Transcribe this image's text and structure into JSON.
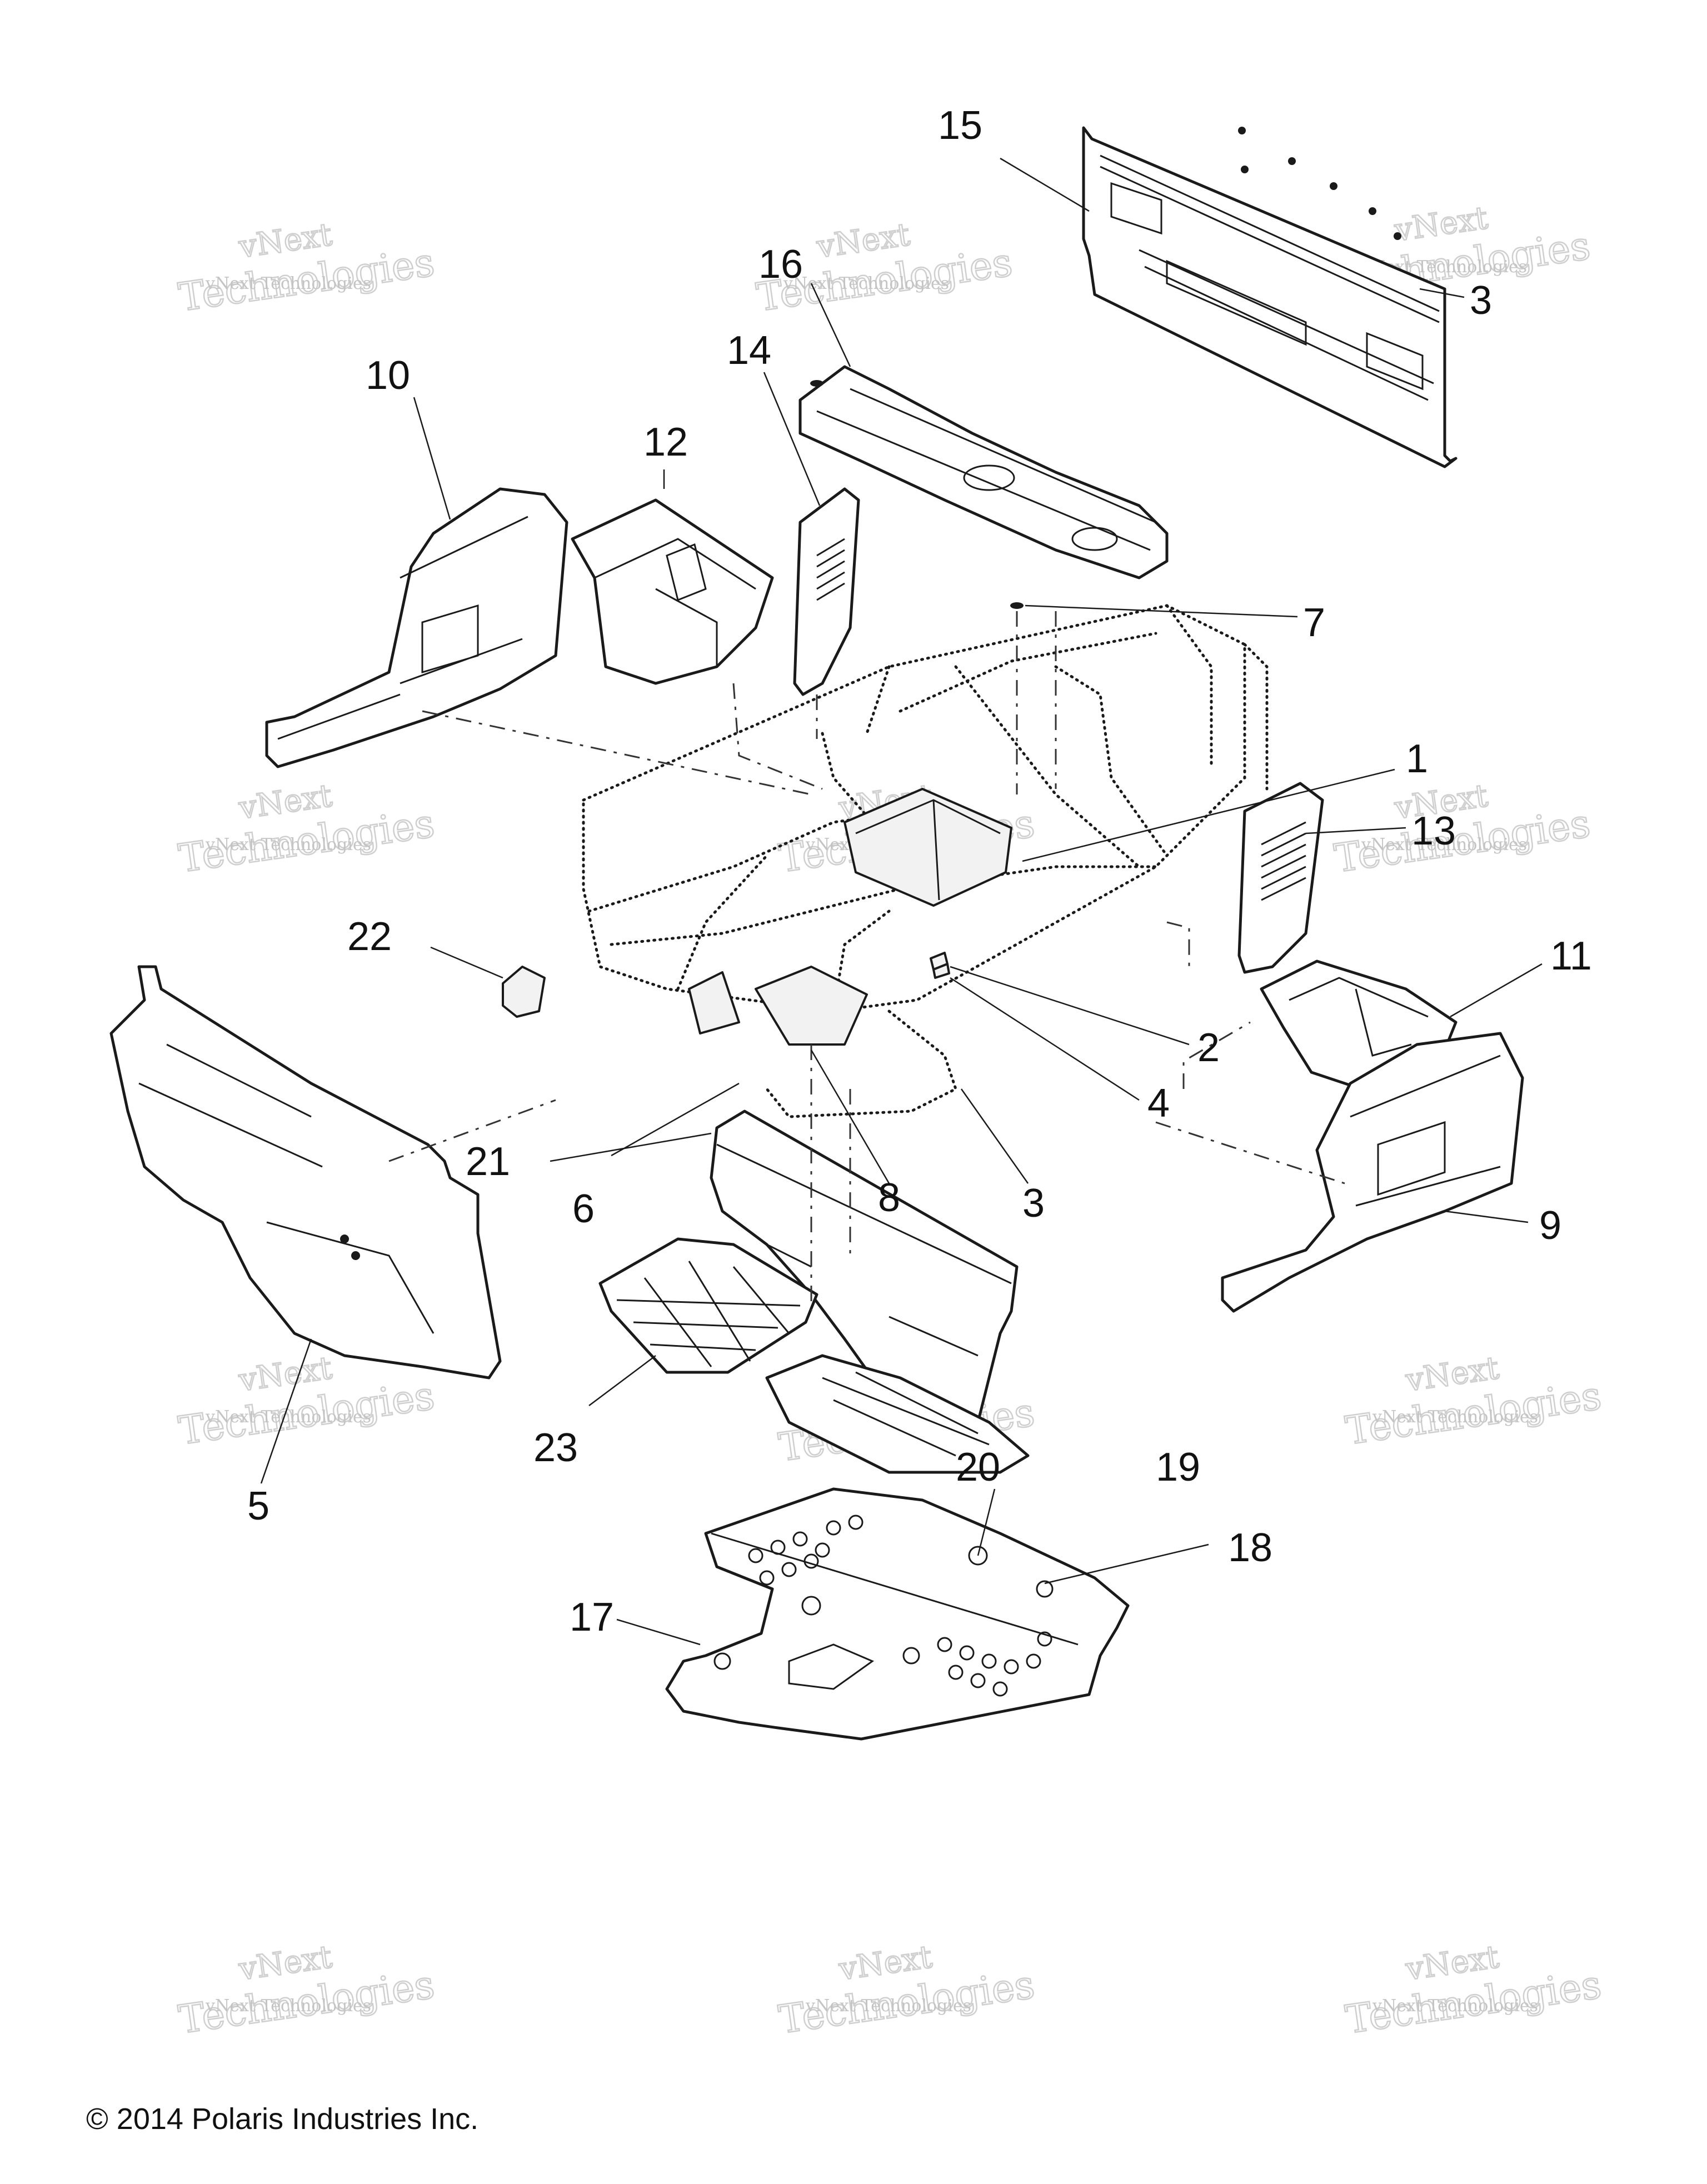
{
  "callouts": {
    "c1": "1",
    "c2": "2",
    "c3a": "3",
    "c3b": "3",
    "c4": "4",
    "c5": "5",
    "c6": "6",
    "c7": "7",
    "c8": "8",
    "c9": "9",
    "c10": "10",
    "c11": "11",
    "c12": "12",
    "c13": "13",
    "c14": "14",
    "c15": "15",
    "c16": "16",
    "c17": "17",
    "c18": "18",
    "c19": "19",
    "c20": "20",
    "c21": "21",
    "c22": "22",
    "c23": "23"
  },
  "watermark": {
    "line1": "vNext Technologies",
    "big": "Technologies",
    "small": "vNext"
  },
  "copyright": "© 2014 Polaris Industries Inc."
}
